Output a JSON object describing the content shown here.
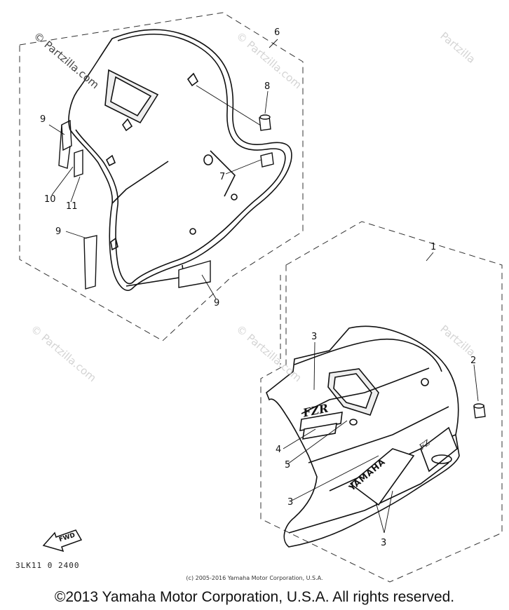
{
  "diagram": {
    "part_code": "3LK11 0 2400",
    "fwd_label": "FWD",
    "copyright_small": "(c) 2005-2016 Yamaha Motor Corporation, U.S.A.",
    "copyright_main": "©2013 Yamaha Motor Corporation, U.S.A. All rights reserved.",
    "watermark": "© Partzilla.com",
    "watermark_short": "Partzilla",
    "upper_assembly": {
      "number": "6"
    },
    "lower_assembly": {
      "number": "1"
    },
    "callouts": [
      "8",
      "9",
      "10",
      "11",
      "7",
      "9",
      "9",
      "3",
      "2",
      "4",
      "5",
      "3",
      "3"
    ],
    "decals": {
      "yamaha": "YAMAHA",
      "model": "FZR",
      "fzr_short": "FZ"
    }
  }
}
